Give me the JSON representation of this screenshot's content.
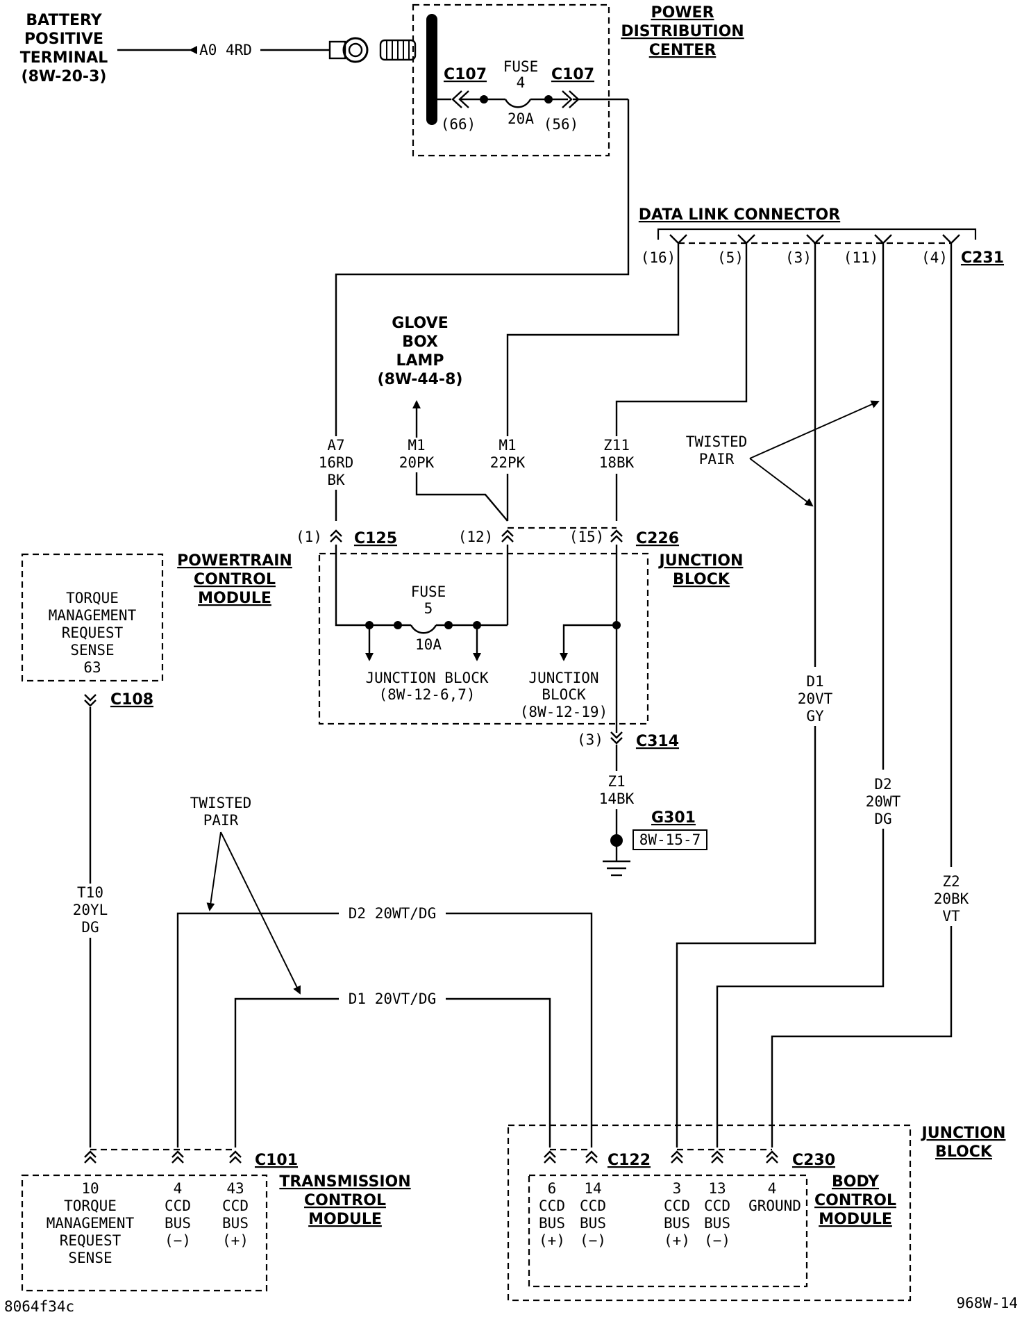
{
  "battery": {
    "lines": [
      "BATTERY",
      "POSITIVE",
      "TERMINAL",
      "(8W-20-3)"
    ],
    "wire": "A0 4RD"
  },
  "pdc": {
    "lines": [
      "POWER",
      "DISTRIBUTION",
      "CENTER"
    ],
    "connector": "C107",
    "fuse_lines": [
      "FUSE",
      "4"
    ],
    "fuse_rating": "20A",
    "pin_in": "(66)",
    "pin_out": "(56)"
  },
  "dlc": {
    "title": "DATA LINK CONNECTOR",
    "connector": "C231",
    "pins": [
      "(16)",
      "(5)",
      "(3)",
      "(11)",
      "(4)"
    ]
  },
  "glove_box": {
    "lines": [
      "GLOVE",
      "BOX",
      "LAMP",
      "(8W-44-8)"
    ]
  },
  "wires": {
    "a7": [
      "A7",
      "16RD",
      "BK"
    ],
    "m1_20": [
      "M1",
      "20PK"
    ],
    "m1_22": [
      "M1",
      "22PK"
    ],
    "z11": [
      "Z11",
      "18BK"
    ],
    "d1_vert": [
      "D1",
      "20VT",
      "GY"
    ],
    "d2_vert": [
      "D2",
      "20WT",
      "DG"
    ],
    "z2": [
      "Z2",
      "20BK",
      "VT"
    ],
    "z1": [
      "Z1",
      "14BK"
    ],
    "t10": [
      "T10",
      "20YL",
      "DG"
    ],
    "d2_horiz": "D2 20WT/DG",
    "d1_horiz": "D1 20VT/DG"
  },
  "twisted_pair": {
    "lines": [
      "TWISTED",
      "PAIR"
    ]
  },
  "connectors": {
    "c125": {
      "name": "C125",
      "pin": "(1)"
    },
    "c226": {
      "name": "C226",
      "pin_left": "(12)",
      "pin_right": "(15)"
    },
    "c314": {
      "name": "C314",
      "pin": "(3)"
    },
    "c108": {
      "name": "C108"
    },
    "c101": {
      "name": "C101"
    },
    "c122": {
      "name": "C122"
    },
    "c230": {
      "name": "C230"
    }
  },
  "junction_block_top": {
    "lines": [
      "JUNCTION",
      "BLOCK"
    ],
    "fuse_lines": [
      "FUSE",
      "5"
    ],
    "fuse_rating": "10A",
    "ref1": [
      "JUNCTION BLOCK",
      "(8W-12-6,7)"
    ],
    "ref2": [
      "JUNCTION",
      "BLOCK",
      "(8W-12-19)"
    ]
  },
  "pcm": {
    "lines": [
      "POWERTRAIN",
      "CONTROL",
      "MODULE"
    ]
  },
  "torque_sense": {
    "lines": [
      "TORQUE",
      "MANAGEMENT",
      "REQUEST",
      "SENSE",
      "63"
    ]
  },
  "ground": {
    "name": "G301",
    "ref": "8W-15-7"
  },
  "tcm": {
    "lines": [
      "TRANSMISSION",
      "CONTROL",
      "MODULE"
    ],
    "pins": [
      {
        "lines": [
          "10",
          "TORQUE",
          "MANAGEMENT",
          "REQUEST",
          "SENSE"
        ]
      },
      {
        "lines": [
          "4",
          "CCD",
          "BUS",
          "(−)"
        ]
      },
      {
        "lines": [
          "43",
          "CCD",
          "BUS",
          "(+)"
        ]
      }
    ]
  },
  "bcm": {
    "lines": [
      "BODY",
      "CONTROL",
      "MODULE"
    ],
    "pins": [
      {
        "lines": [
          "6",
          "CCD",
          "BUS",
          "(+)"
        ]
      },
      {
        "lines": [
          "14",
          "CCD",
          "BUS",
          "(−)"
        ]
      },
      {
        "lines": [
          "3",
          "CCD",
          "BUS",
          "(+)"
        ]
      },
      {
        "lines": [
          "13",
          "CCD",
          "BUS",
          "(−)"
        ]
      },
      {
        "lines": [
          "4",
          "GROUND"
        ]
      }
    ]
  },
  "junction_block_bottom": {
    "lines": [
      "JUNCTION",
      "BLOCK"
    ]
  },
  "footer": {
    "left": "8064f34c",
    "right": "968W-14"
  }
}
